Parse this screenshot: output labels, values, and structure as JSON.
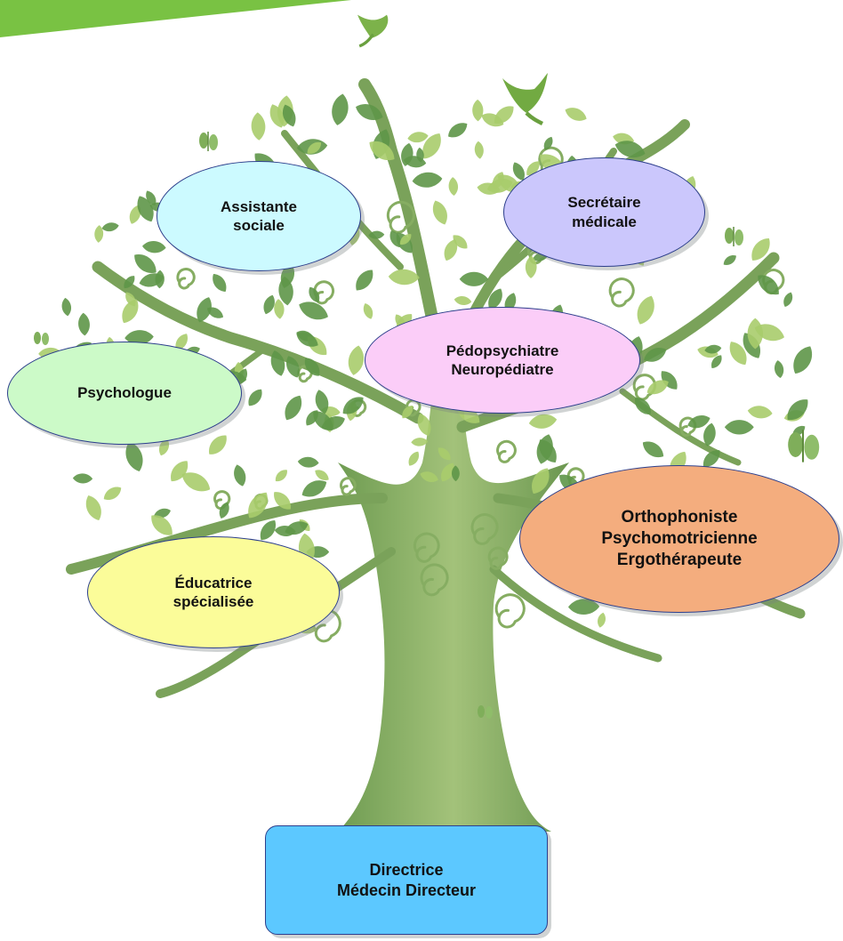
{
  "colors": {
    "banner": "#79c243",
    "leaf_light": "#a8cc6c",
    "leaf_dark": "#5e9648",
    "trunk": "#80a860",
    "bird": "#7cb24a",
    "node_border": "#2d3f8c"
  },
  "icons": [
    "bird-icon",
    "butterfly-icon"
  ],
  "nodes": {
    "assistante": {
      "lines": [
        "Assistante",
        "sociale"
      ],
      "fill": "#ccfaff"
    },
    "secretaire": {
      "lines": [
        "Secrétaire",
        "médicale"
      ],
      "fill": "#cbc7fc"
    },
    "pedo": {
      "lines": [
        "Pédopsychiatre",
        "Neuropédiatre"
      ],
      "fill": "#fbcdf8"
    },
    "psychologue": {
      "lines": [
        "Psychologue"
      ],
      "fill": "#ccfac8"
    },
    "ortho": {
      "lines": [
        "Orthophoniste",
        "Psychomotricienne",
        "Ergothérapeute"
      ],
      "fill": "#f4ad7e"
    },
    "educatrice": {
      "lines": [
        "Éducatrice",
        "spécialisée"
      ],
      "fill": "#fbfc99"
    },
    "directrice": {
      "lines": [
        "Directrice",
        "Médecin Directeur"
      ],
      "fill": "#5cc8ff"
    }
  }
}
